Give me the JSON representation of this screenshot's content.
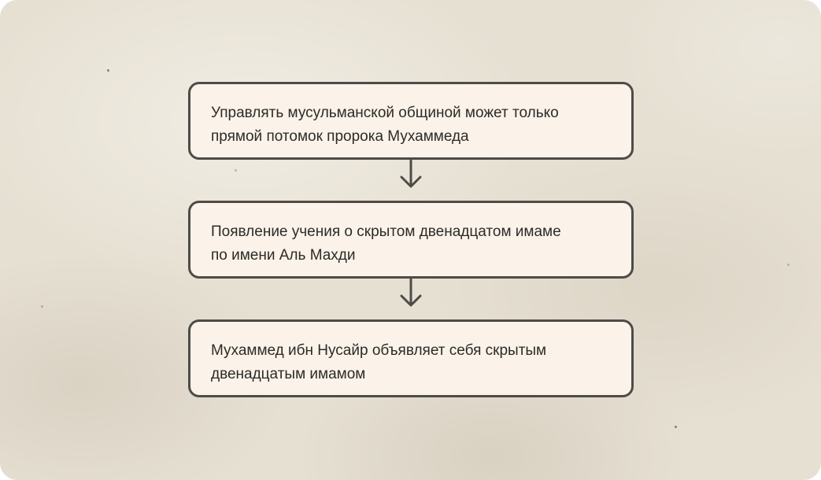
{
  "diagram": {
    "type": "flowchart",
    "direction": "top-to-bottom",
    "colors": {
      "background": "#e6e0d3",
      "box_fill": "#fbf3e9",
      "box_border": "#4e4b48",
      "text": "#2c2a28",
      "arrow": "#4e4b48"
    },
    "steps": [
      {
        "line1": "Управлять мусульманской общиной может только",
        "line2": "прямой потомок пророка Мухаммеда"
      },
      {
        "line1": "Появление учения о скрытом двенадцатом имаме",
        "line2": "по имени Аль Махди"
      },
      {
        "line1": "Мухаммед ибн Нусайр объявляет себя скрытым",
        "line2": "двенадцатым имамом"
      }
    ],
    "connectors": [
      {
        "from": 0,
        "to": 1,
        "icon": "arrow-down-icon"
      },
      {
        "from": 1,
        "to": 2,
        "icon": "arrow-down-icon"
      }
    ]
  }
}
